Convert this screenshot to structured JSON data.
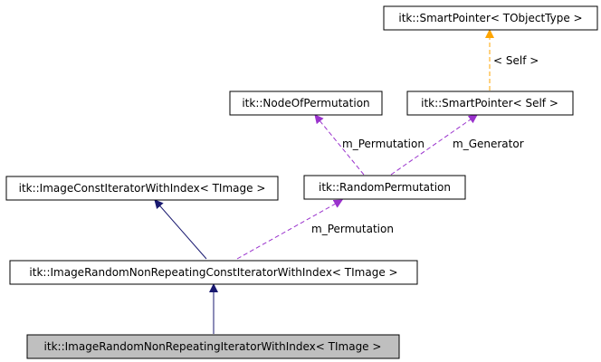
{
  "colors": {
    "background": "#ffffff",
    "node_border": "#000000",
    "highlighted_fill": "#bfbfbf",
    "inheritance_edge": "#191970",
    "usage_edge": "#9a32cd",
    "template_edge": "#ffa500"
  },
  "nodes": {
    "smartpointer_tobjecttype": {
      "label": "itk::SmartPointer< TObjectType >"
    },
    "nodeofpermutation": {
      "label": "itk::NodeOfPermutation"
    },
    "smartpointer_self": {
      "label": "itk::SmartPointer< Self >"
    },
    "imageconstiteratorwithindex": {
      "label": "itk::ImageConstIteratorWithIndex< TImage >"
    },
    "randompermutation": {
      "label": "itk::RandomPermutation"
    },
    "imagerandomnonrepeatingconstiterator": {
      "label": "itk::ImageRandomNonRepeatingConstIteratorWithIndex< TImage >"
    },
    "imagerandomnonrepeatingiterator": {
      "label": "itk::ImageRandomNonRepeatingIteratorWithIndex< TImage >"
    }
  },
  "edge_labels": {
    "self_template": "< Self >",
    "permutation_node": "m_Permutation",
    "generator": "m_Generator",
    "permutation_random": "m_Permutation"
  }
}
